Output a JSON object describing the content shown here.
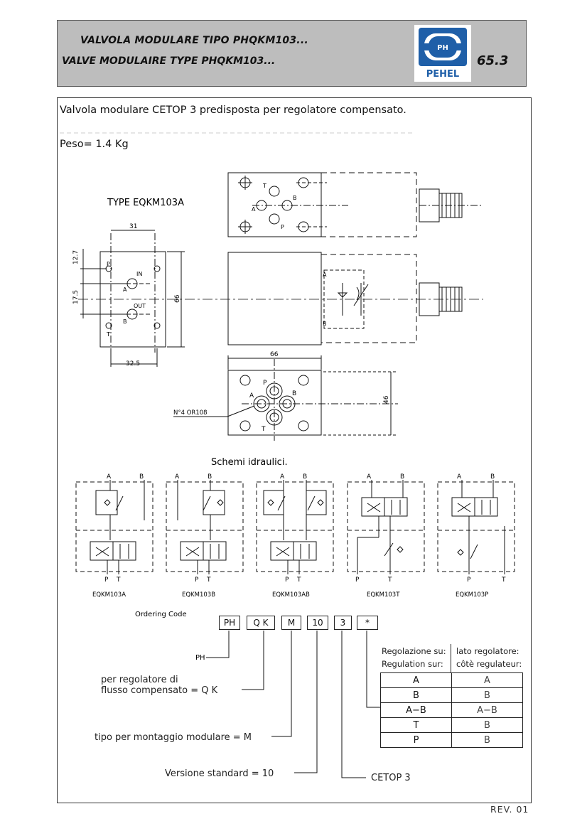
{
  "header": {
    "title_it": "VALVOLA MODULARE TIPO PHQKM103...",
    "title_fr": "VALVE MODULAIRE TYPE PHQKM103...",
    "page_number": "65.3",
    "logo_text": "PEHEL",
    "logo_mark": "PH"
  },
  "intro": {
    "description": "Valvola modulare CETOP 3 predisposta per regolatore compensato.",
    "weight": "Peso= 1.4 Kg"
  },
  "drawing": {
    "type_label": "TYPE EQKM103A",
    "dim_31": "31",
    "dim_12_7": "12.7",
    "dim_17_5": "17.5",
    "dim_66_side": "66",
    "dim_32_5": "32.5",
    "dim_66_top": "66",
    "dim_46": "46",
    "port_in": "IN",
    "port_out": "OUT",
    "port_a": "A",
    "port_b": "B",
    "port_p": "P",
    "port_t": "T",
    "oring": "N°4 OR108"
  },
  "schemes": {
    "title": "Schemi idraulici.",
    "items": [
      {
        "label": "EQKM103A"
      },
      {
        "label": "EQKM103B"
      },
      {
        "label": "EQKM103AB"
      },
      {
        "label": "EQKM103T"
      },
      {
        "label": "EQKM103P"
      }
    ]
  },
  "ordering": {
    "title": "Ordering Code",
    "codes": [
      "PH",
      "Q K",
      "M",
      "10",
      "3",
      "*"
    ],
    "ph": "PH",
    "compensated": "per regolatore di",
    "compensated2": "flusso compensato = Q K",
    "modular": "tipo per montaggio modulare = M",
    "standard": "Versione standard = 10",
    "cetop": "CETOP 3",
    "table_header_left1": "Regolazione su:",
    "table_header_left2": "Regulation sur:",
    "table_header_right1": "lato regolatore:",
    "table_header_right2": "côtè regulateur:",
    "rows": [
      {
        "left": "A",
        "right": "A"
      },
      {
        "left": "B",
        "right": "B"
      },
      {
        "left": "A−B",
        "right": "A−B"
      },
      {
        "left": "T",
        "right": "B"
      },
      {
        "left": "P",
        "right": "B"
      }
    ]
  },
  "footer": {
    "revision": "REV. 01"
  }
}
